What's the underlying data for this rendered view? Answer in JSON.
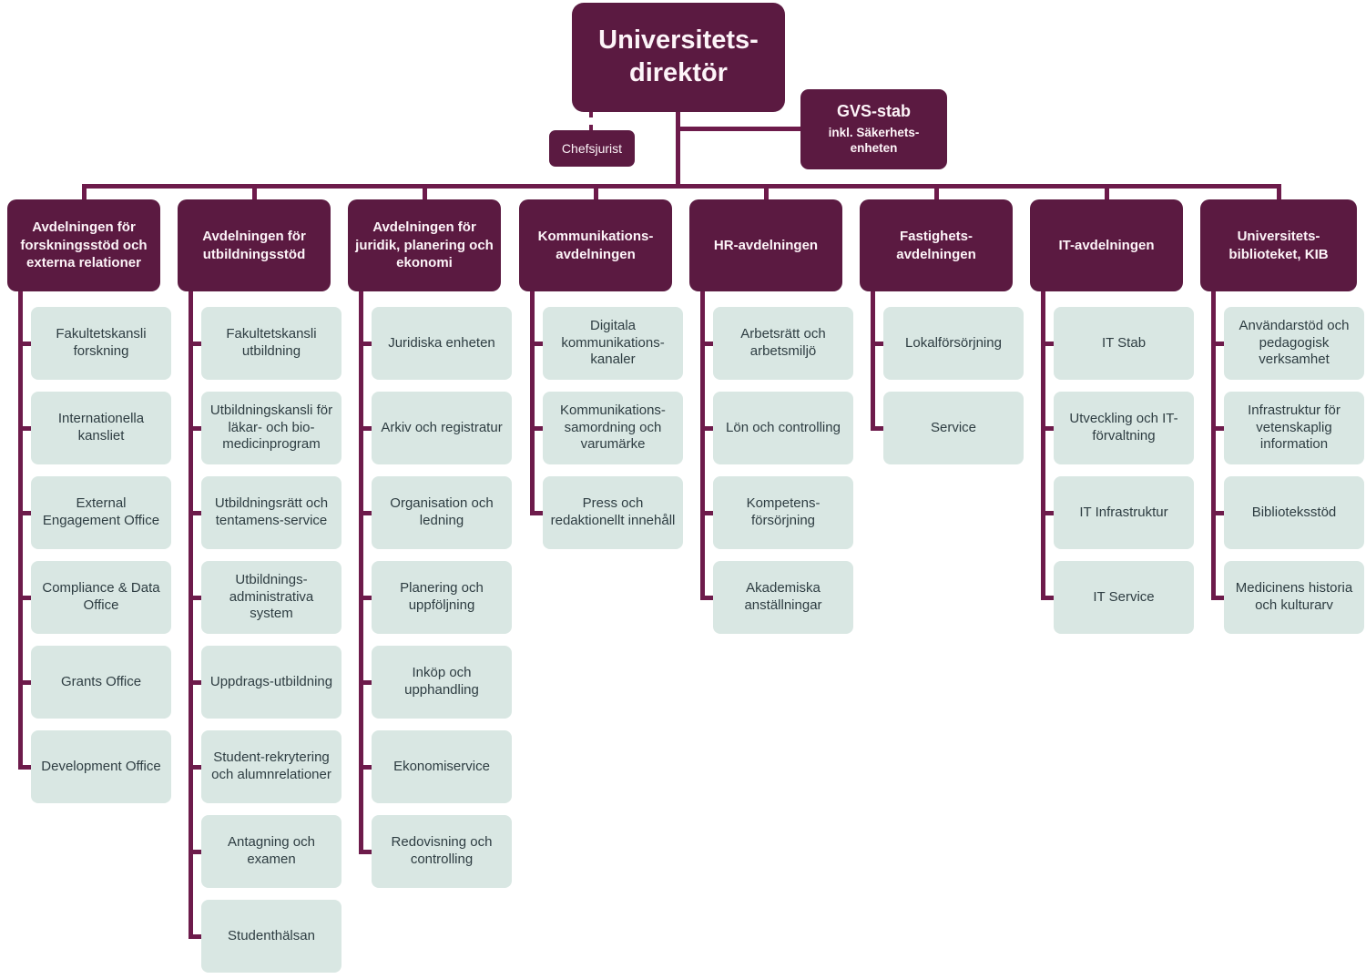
{
  "root": {
    "title": "Universitets-direktör"
  },
  "chefsjurist": {
    "label": "Chefsjurist"
  },
  "gvs_stab": {
    "title": "GVS-stab",
    "subtitle": "inkl. Säkerhets-enheten"
  },
  "columns": [
    {
      "title": "Avdelningen för forskningsstöd och externa relationer",
      "children": [
        "Fakultetskansli forskning",
        "Internationella kansliet",
        "External Engagement Office",
        "Compliance & Data Office",
        "Grants Office",
        "Development Office"
      ]
    },
    {
      "title": "Avdelningen för utbildningsstöd",
      "children": [
        "Fakultetskansli utbildning",
        "Utbildningskansli för läkar- och bio-medicinprogram",
        "Utbildningsrätt och tentamens-service",
        "Utbildnings-administrativa system",
        "Uppdrags-utbildning",
        "Student-rekrytering och alumnrelationer",
        "Antagning och examen",
        "Studenthälsan"
      ]
    },
    {
      "title": "Avdelningen för juridik, planering och ekonomi",
      "children": [
        "Juridiska enheten",
        "Arkiv och registratur",
        "Organisation och ledning",
        "Planering och uppföljning",
        "Inköp och upphandling",
        "Ekonomiservice",
        "Redovisning och controlling"
      ]
    },
    {
      "title": "Kommunikations-avdelningen",
      "children": [
        "Digitala kommunikations-kanaler",
        "Kommunikations-samordning och varumärke",
        "Press och redaktionellt innehåll"
      ]
    },
    {
      "title": "HR-avdelningen",
      "children": [
        "Arbetsrätt och arbetsmiljö",
        "Lön och controlling",
        "Kompetens-försörjning",
        "Akademiska anställningar"
      ]
    },
    {
      "title": "Fastighets-avdelningen",
      "children": [
        "Lokalförsörjning",
        "Service"
      ]
    },
    {
      "title": "IT-avdelningen",
      "children": [
        "IT Stab",
        "Utveckling och IT-förvaltning",
        "IT Infrastruktur",
        "IT Service"
      ]
    },
    {
      "title": "Universitets-biblioteket, KIB",
      "children": [
        "Användarstöd och pedagogisk verksamhet",
        "Infrastruktur för vetenskaplig information",
        "Biblioteksstöd",
        "Medicinens historia och kulturarv"
      ]
    }
  ],
  "colors": {
    "node_dark": "#5b1a41",
    "connector": "#6d1b4b",
    "node_light": "#d9e7e3",
    "text_on_light": "#2e3d42",
    "text_on_dark": "#fdf4f8",
    "background": "#ffffff"
  }
}
